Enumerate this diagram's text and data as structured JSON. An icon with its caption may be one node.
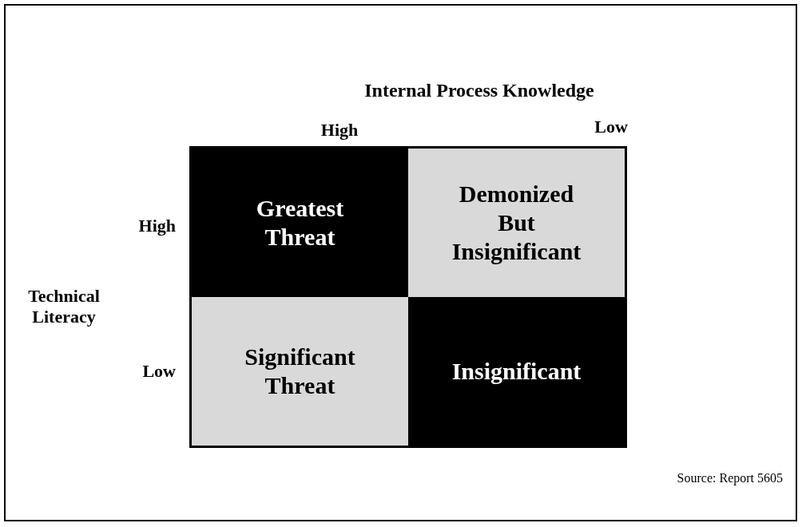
{
  "diagram": {
    "nodes": [
      {
        "text": [
          "Greatest Threat"
        ]
      },
      {
        "text": [
          "Demonized But Insignificant"
        ]
      },
      {
        "text": [
          "Significant Threat"
        ]
      },
      {
        "text": [
          "Insignificant"
        ]
      }
    ],
    "labels": [
      "Internal Process Knowledge",
      "High",
      "Low",
      "High",
      "Technical Literacy",
      "Low",
      "Source: Report 5605"
    ]
  }
}
